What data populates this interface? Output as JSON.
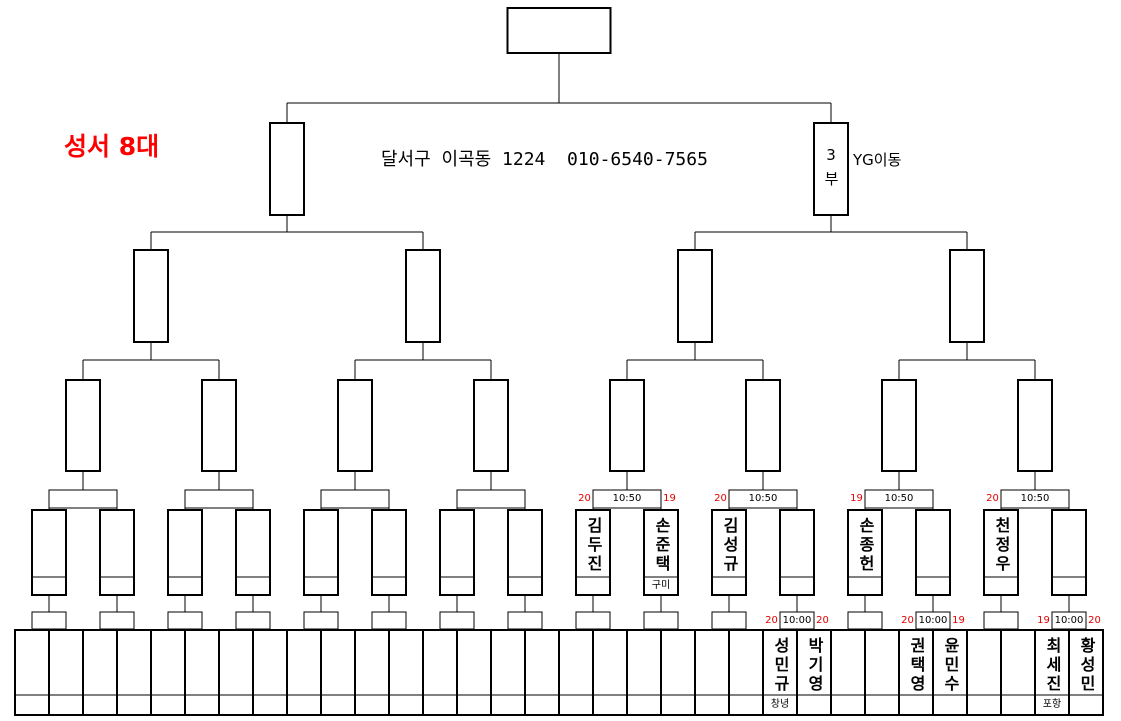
{
  "title": "성서 8대",
  "address": "달서구 이곡동 1224  010-6540-7565",
  "colors": {
    "title": "#ff0000",
    "number": "#e60000",
    "line": "#000000"
  },
  "champion": {},
  "final": [
    {},
    {
      "name": "3부",
      "side_note": "YG이동"
    }
  ],
  "semifinal": [
    {},
    {},
    {},
    {}
  ],
  "quarterfinal": [
    {},
    {},
    {},
    {},
    {},
    {},
    {},
    {}
  ],
  "round_of_16": [
    {},
    {},
    {},
    {},
    {},
    {},
    {},
    {},
    {
      "name": "김두진",
      "number": "20"
    },
    {
      "name": "손준택",
      "number": "19",
      "note": "구미"
    },
    {
      "name": "김성규",
      "number": "20"
    },
    {},
    {
      "name": "손종헌",
      "number": "19"
    },
    {},
    {
      "name": "천정우",
      "number": "20"
    },
    {}
  ],
  "round_of_16_matches": [
    {},
    {},
    {},
    {},
    {
      "time": "10:50"
    },
    {
      "time": "10:50"
    },
    {
      "time": "10:50"
    },
    {
      "time": "10:50"
    }
  ],
  "round_of_32": [
    {},
    {},
    {},
    {},
    {},
    {},
    {},
    {},
    {},
    {},
    {},
    {},
    {},
    {},
    {},
    {},
    {},
    {},
    {},
    {},
    {},
    {},
    {
      "name": "성민규",
      "number": "20",
      "note": "창녕"
    },
    {
      "name": "박기영",
      "number": "20"
    },
    {},
    {},
    {
      "name": "권택영",
      "number": "20"
    },
    {
      "name": "윤민수",
      "number": "19"
    },
    {},
    {},
    {
      "name": "최세진",
      "number": "19",
      "note": "포항"
    },
    {
      "name": "황성민",
      "number": "20"
    }
  ],
  "round_of_32_matches": [
    {},
    {},
    {},
    {},
    {},
    {},
    {},
    {},
    {},
    {},
    {},
    {
      "time": "10:00"
    },
    {},
    {
      "time": "10:00"
    },
    {},
    {
      "time": "10:00"
    }
  ]
}
